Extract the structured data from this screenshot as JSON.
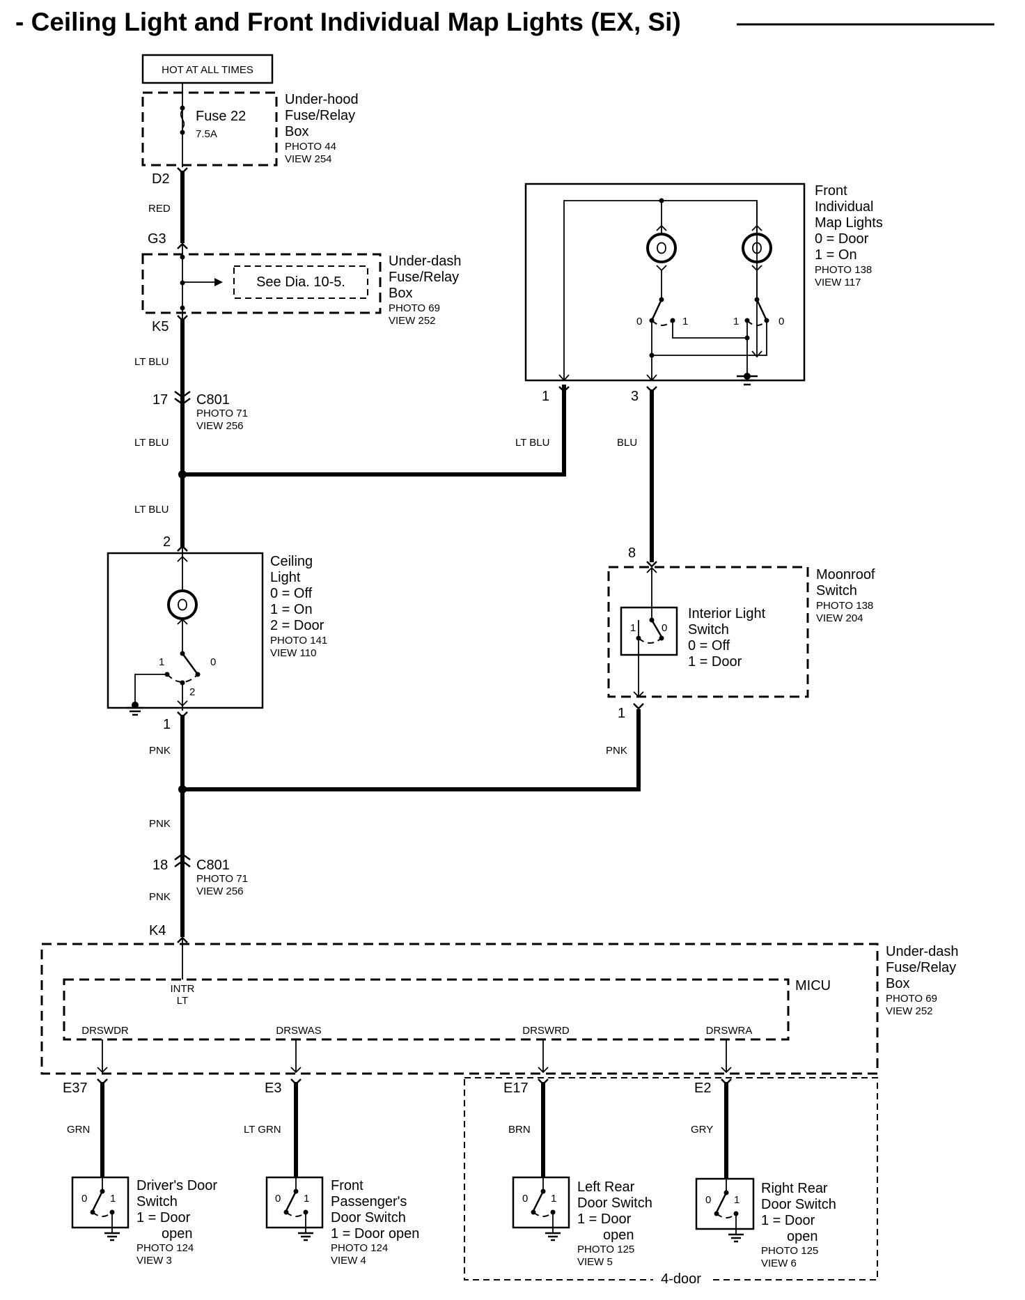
{
  "title": "- Ceiling Light and Front Individual Map Lights (EX, Si)",
  "hot_label": "HOT AT ALL TIMES",
  "fuse": {
    "name": "Fuse 22",
    "rating": "7.5A"
  },
  "underhood_box": {
    "line1": "Under-hood",
    "line2": "Fuse/Relay",
    "line3": "Box",
    "photo": "PHOTO 44",
    "view": "VIEW 254"
  },
  "underdash_box1": {
    "line1": "Under-dash",
    "line2": "Fuse/Relay",
    "line3": "Box",
    "photo": "PHOTO 69",
    "view": "VIEW 252",
    "see": "See Dia. 10-5."
  },
  "connectors": {
    "d2": "D2",
    "g3": "G3",
    "k5": "K5",
    "k4": "K4",
    "c801_17": "17",
    "c801_18": "18",
    "c801": "C801",
    "c801_photo": "PHOTO 71",
    "c801_view": "VIEW 256"
  },
  "wires": {
    "red": "RED",
    "lt_blu": "LT BLU",
    "blu": "BLU",
    "pnk": "PNK",
    "grn": "GRN",
    "lt_grn": "LT GRN",
    "brn": "BRN",
    "gry": "GRY"
  },
  "map_lights": {
    "line1": "Front",
    "line2": "Individual",
    "line3": "Map Lights",
    "pos0": "0 = Door",
    "pos1": "1 = On",
    "photo": "PHOTO 138",
    "view": "VIEW 117",
    "pin1": "1",
    "pin3": "3"
  },
  "ceiling_light": {
    "line1": "Ceiling",
    "line2": "Light",
    "pos0": "0 = Off",
    "pos1": "1 = On",
    "pos2": "2 = Door",
    "photo": "PHOTO 141",
    "view": "VIEW 110",
    "pin2": "2",
    "pin1": "1"
  },
  "moonroof": {
    "line1": "Moonroof",
    "line2": "Switch",
    "photo": "PHOTO 138",
    "view": "VIEW 204",
    "pin8": "8",
    "pin1": "1"
  },
  "interior_switch": {
    "line1": "Interior Light",
    "line2": "Switch",
    "pos0": "0 = Off",
    "pos1": "1 = Door"
  },
  "underdash_box2": {
    "line1": "Under-dash",
    "line2": "Fuse/Relay",
    "line3": "Box",
    "photo": "PHOTO 69",
    "view": "VIEW 252",
    "micu": "MICU",
    "intr1": "INTR",
    "intr2": "LT"
  },
  "micu_terminals": [
    "DRSWDR",
    "DRSWAS",
    "DRSWRD",
    "DRSWRA"
  ],
  "door_pins": [
    "E37",
    "E3",
    "E17",
    "E2"
  ],
  "door_switches": [
    {
      "l1": "Driver's Door",
      "l2": "Switch",
      "l3": "",
      "p1": "1 = Door",
      "p2": "open",
      "photo": "PHOTO 124",
      "view": "VIEW 3"
    },
    {
      "l1": "Front",
      "l2": "Passenger's",
      "l3": "Door Switch",
      "p1": "1 = Door open",
      "p2": "",
      "photo": "PHOTO 124",
      "view": "VIEW 4"
    },
    {
      "l1": "Left Rear",
      "l2": "Door Switch",
      "l3": "",
      "p1": "1 = Door",
      "p2": "open",
      "photo": "PHOTO 125",
      "view": "VIEW 5"
    },
    {
      "l1": "Right Rear",
      "l2": "Door Switch",
      "l3": "",
      "p1": "1 = Door",
      "p2": "open",
      "photo": "PHOTO 125",
      "view": "VIEW 6"
    }
  ],
  "four_door": "4-door",
  "switch_pos": {
    "zero": "0",
    "one": "1",
    "two": "2"
  }
}
